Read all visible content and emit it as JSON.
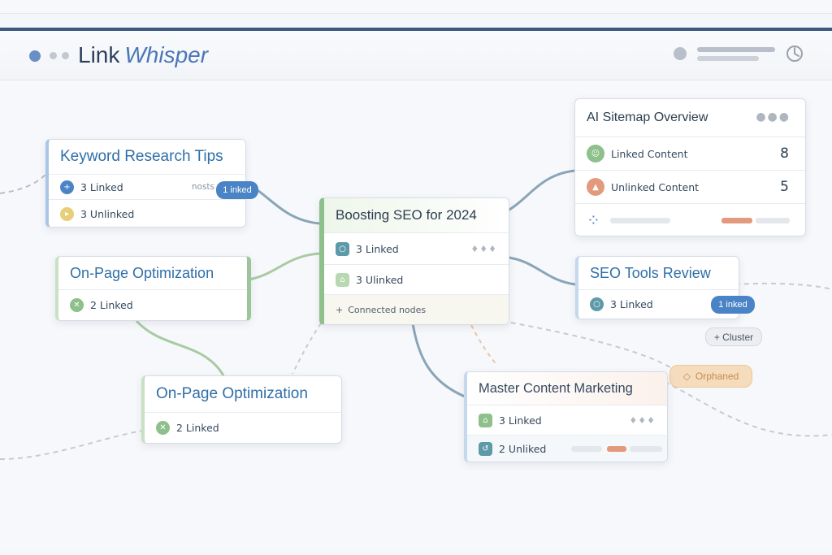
{
  "app": {
    "logo_primary": "Link",
    "logo_secondary": "Whisper"
  },
  "colors": {
    "header_accent": "#3e5680",
    "title_blue": "#2f6fa8",
    "pill_blue": "#4a84c6",
    "orphan_orange": "#f2cfa3",
    "green_accent": "#8dc08a"
  },
  "nodes": {
    "keyword": {
      "title": "Keyword Research Tips",
      "linked": "3 Linked",
      "unlinked": "3 Unlinked",
      "posts_tag": "nosts",
      "badge": "1 inked"
    },
    "onpage_top": {
      "title": "On-Page Optimization",
      "linked": "2 Linked"
    },
    "onpage_bottom": {
      "title": "On-Page Optimization",
      "linked": "2 Linked"
    },
    "boosting": {
      "title": "Boosting SEO for 2024",
      "linked": "3 Linked",
      "unlinked": "3 Ulinked",
      "footer": "Connected nodes"
    },
    "tools": {
      "title": "SEO Tools Review",
      "linked": "3 Linked",
      "badge": "1 inked"
    },
    "master": {
      "title": "Master Content Marketing",
      "linked": "3 Linked",
      "unlinked": "2 Unliked"
    }
  },
  "sitemap": {
    "title": "AI Sitemap Overview",
    "rows": [
      {
        "label": "Linked Content",
        "value": "8"
      },
      {
        "label": "Unlinked Content",
        "value": "5"
      }
    ]
  },
  "chips": {
    "cluster": "+ Cluster",
    "orphaned": "Orphaned"
  }
}
